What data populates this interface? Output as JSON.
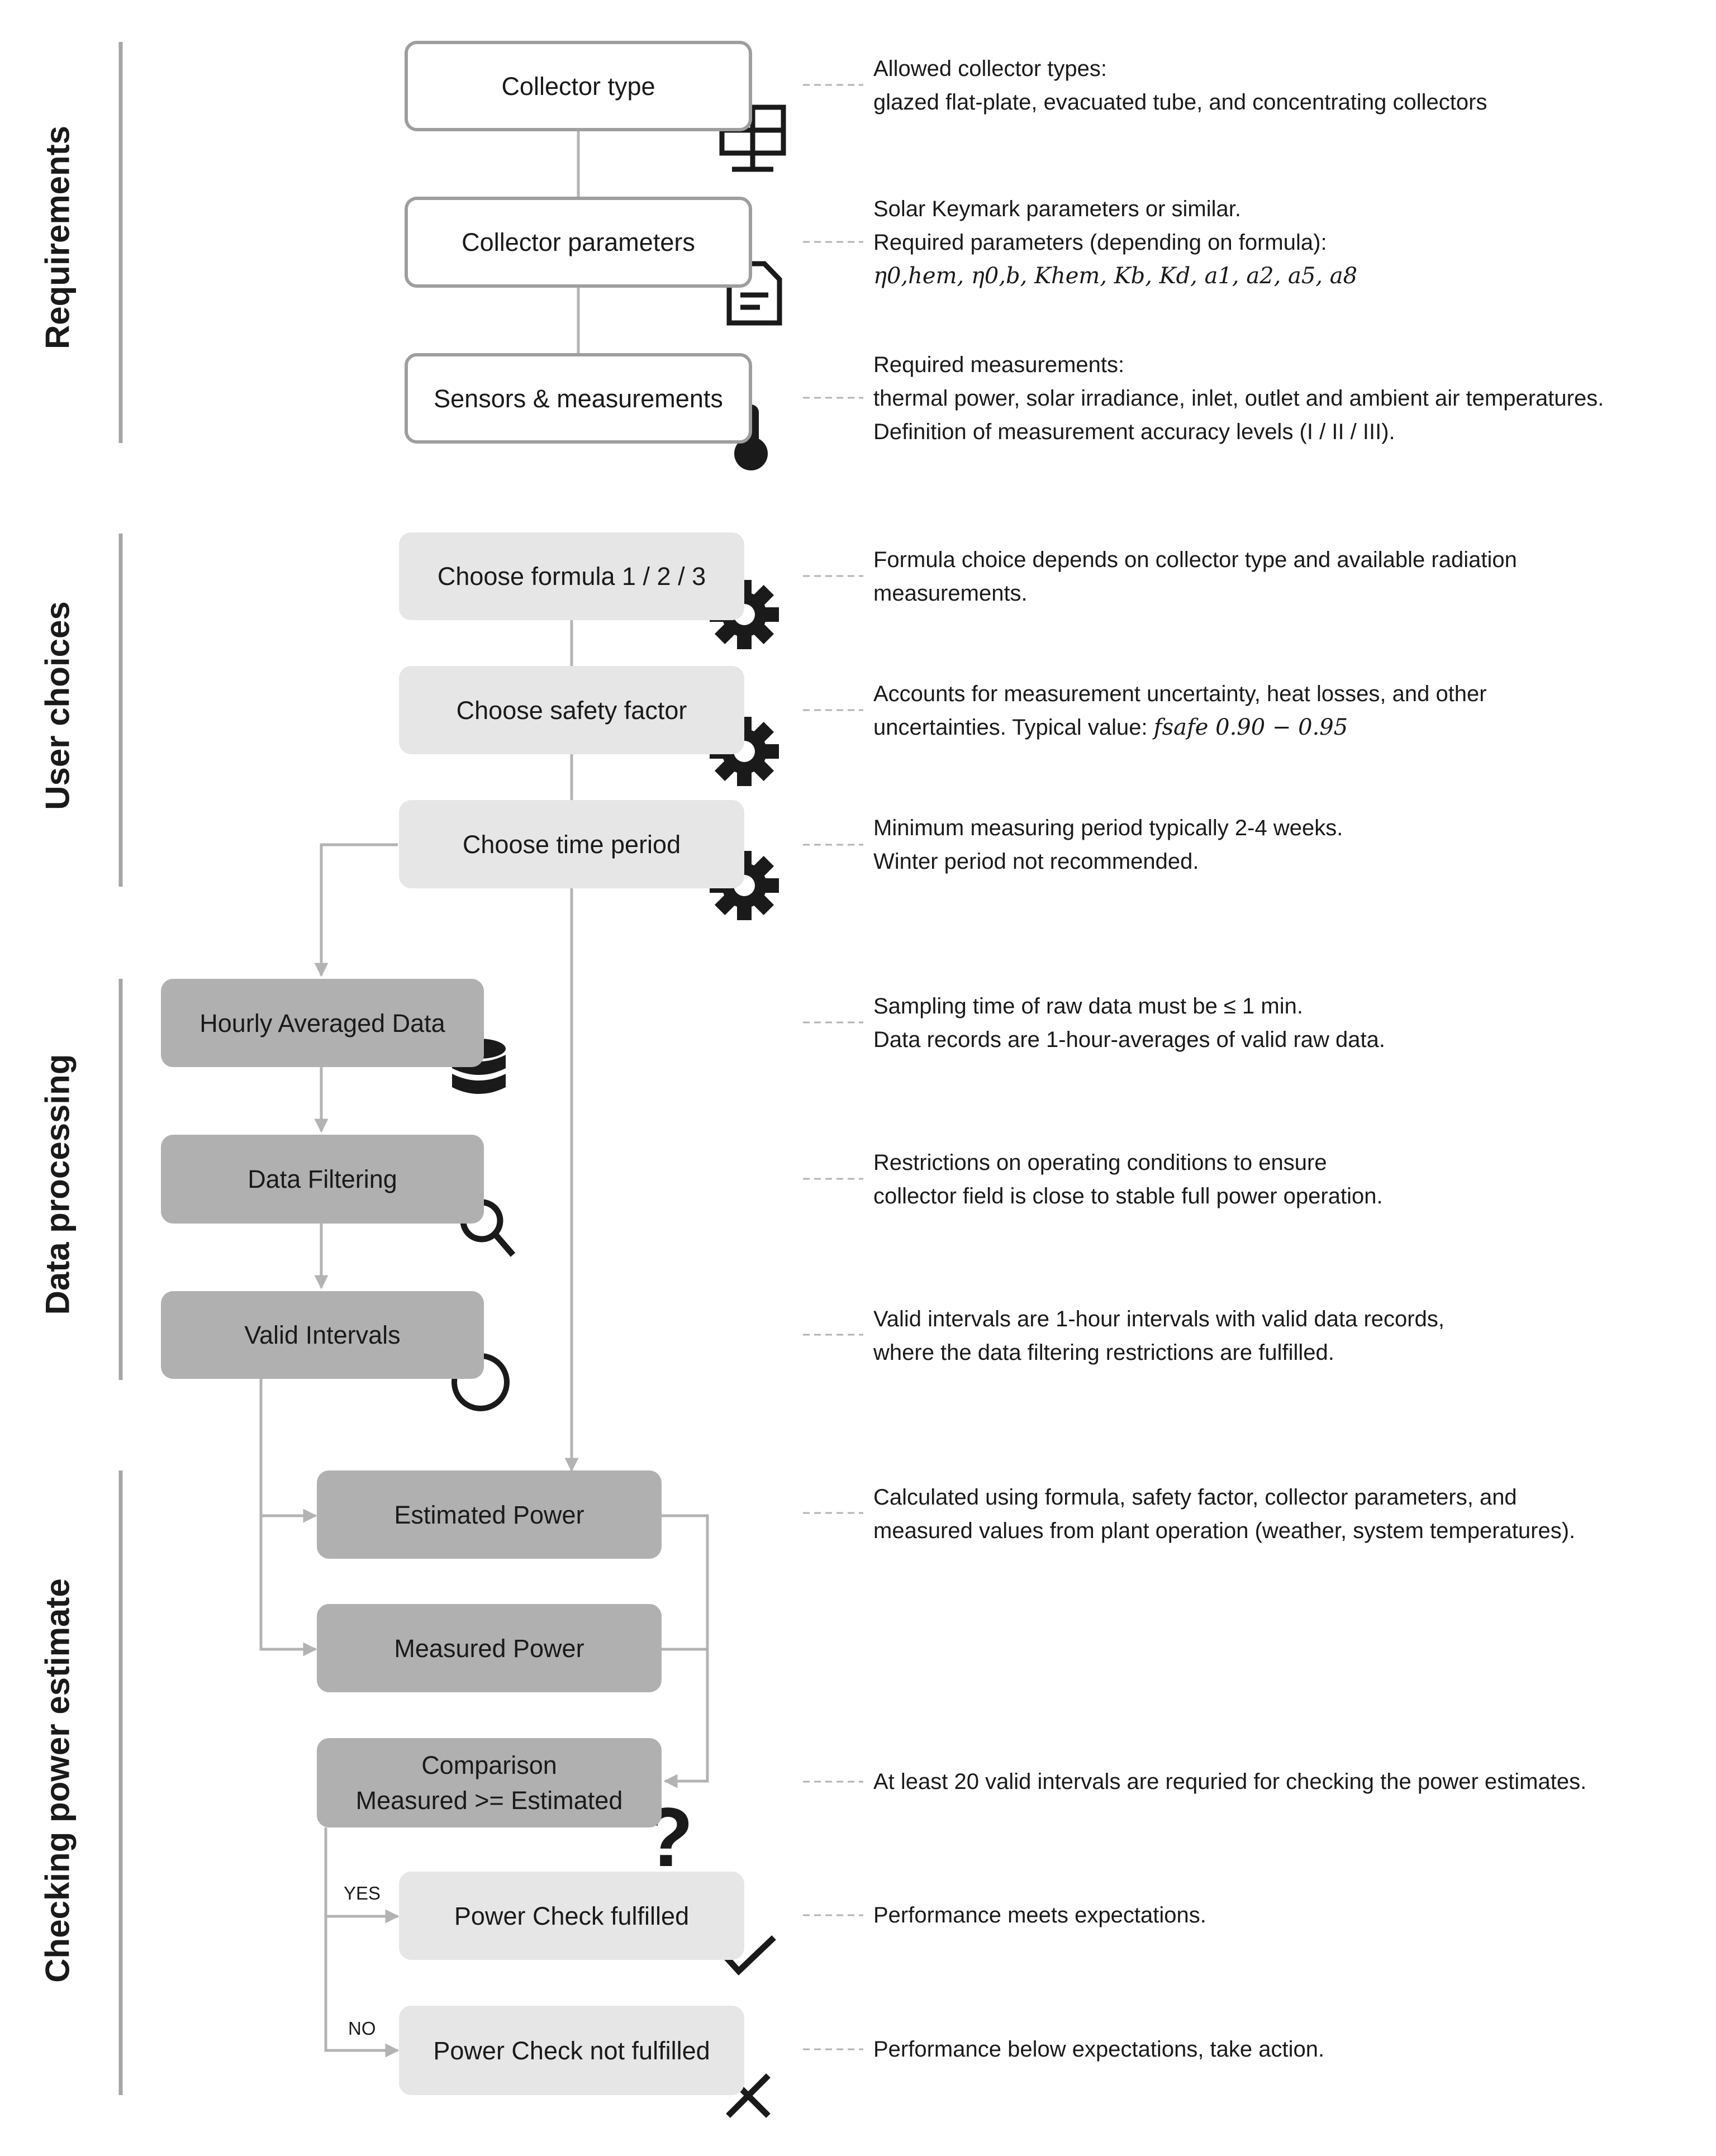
{
  "sections": {
    "requirements": "Requirements",
    "user_choices": "User choices",
    "data_processing": "Data processing",
    "checking": "Checking power estimate"
  },
  "boxes": {
    "collector_type": "Collector type",
    "collector_parameters": "Collector parameters",
    "sensors": "Sensors & measurements",
    "choose_formula": "Choose formula 1 / 2 / 3",
    "choose_safety": "Choose safety factor",
    "choose_time": "Choose time period",
    "hourly": "Hourly Averaged Data",
    "filtering": "Data Filtering",
    "valid": "Valid Intervals",
    "estimated": "Estimated Power",
    "measured": "Measured Power",
    "comparison_l1": "Comparison",
    "comparison_l2": "Measured >= Estimated",
    "fulfilled": "Power Check fulfilled",
    "not_fulfilled": "Power Check not fulfilled"
  },
  "branch": {
    "yes": "YES",
    "no": "NO"
  },
  "notes": {
    "collector_type": [
      "Allowed collector types:",
      "glazed flat-plate, evacuated tube, and concentrating collectors"
    ],
    "collector_parameters": [
      "Solar Keymark parameters or similar.",
      "Required parameters (depending on formula):"
    ],
    "collector_parameters_symbols": "η0,hem, η0,b, Khem, Kb, Kd, a1, a2, a5, a8",
    "sensors": [
      "Required measurements:",
      "thermal power, solar irradiance, inlet, outlet and ambient air temperatures.",
      "Definition of measurement accuracy levels (I / II / III)."
    ],
    "formula": [
      "Formula choice depends on collector type and available radiation",
      "measurements."
    ],
    "safety": [
      "Accounts for measurement uncertainty, heat losses, and other",
      "uncertainties. Typical value: "
    ],
    "safety_symbol": "fsafe 0.90 − 0.95",
    "time": [
      "Minimum measuring period typically 2-4 weeks.",
      "Winter period not recommended."
    ],
    "hourly": [
      "Sampling time of raw data must be ≤ 1 min.",
      "Data records are 1-hour-averages of valid raw data."
    ],
    "filtering": [
      "Restrictions on operating conditions to ensure",
      "collector field is close to stable full power operation."
    ],
    "valid": [
      "Valid intervals are 1-hour intervals with valid data records,",
      "where the data filtering restrictions are fulfilled."
    ],
    "estimated": [
      "Calculated using formula, safety factor, collector parameters, and",
      "measured values from plant operation (weather, system temperatures)."
    ],
    "comparison": [
      "At least 20 valid intervals are requried for checking the power estimates."
    ],
    "fulfilled": [
      "Performance meets expectations."
    ],
    "not_fulfilled": [
      "Performance below expectations, take action."
    ]
  },
  "icons": [
    "solar-panel-icon",
    "document-icon",
    "thermometer-icon",
    "gear-icon",
    "gear-icon",
    "gear-icon",
    "database-icon",
    "magnifier-icon",
    "circle-icon",
    "question-mark-icon",
    "checkmark-icon",
    "cross-icon"
  ],
  "colors": {
    "light_box": "#e6e6e6",
    "dark_box": "#b0b0b0",
    "border": "#9e9e9e",
    "line": "#b3b3b3"
  }
}
